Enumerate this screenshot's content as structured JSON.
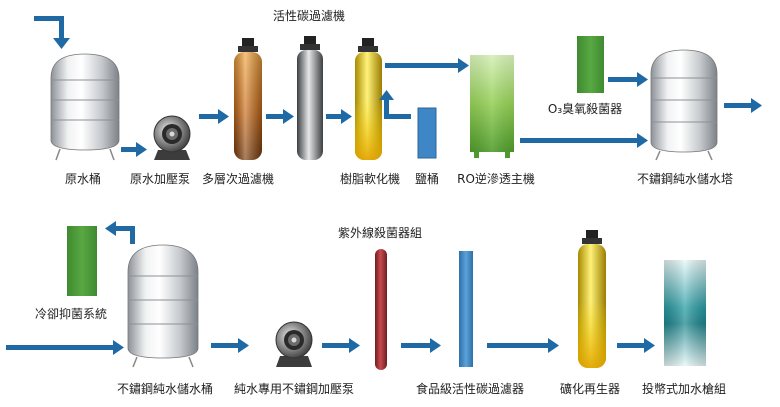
{
  "labels": {
    "raw_tank": "原水桶",
    "raw_pump": "原水加壓泵",
    "multi_filter": "多層次過濾機",
    "carbon_filter": "活性碳過濾機",
    "resin_softener": "樹脂軟化機",
    "brine_tank": "鹽桶",
    "ro_unit": "RO逆滲透主機",
    "ozone": "O₃臭氧殺菌器",
    "pure_tank_tower": "不鏽鋼純水儲水塔",
    "cooling": "冷卻抑菌系統",
    "pure_tank": "不鏽鋼純水儲水桶",
    "pure_pump": "純水專用不鏽鋼加壓泵",
    "uv": "紫外線殺菌器組",
    "food_carbon": "食品級活性碳過濾器",
    "mineral": "礦化再生器",
    "coin_filler": "投幣式加水槍組"
  },
  "colors": {
    "arrow": "#1f6aa5",
    "green_unit": "#4a9a3a",
    "blue_unit": "#3f86c6",
    "red_unit": "#b0353a"
  }
}
